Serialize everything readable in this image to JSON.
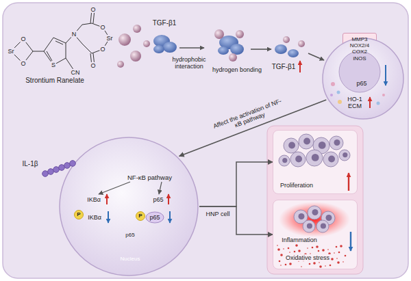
{
  "diagram": {
    "nodes": [
      {
        "text": [
          "p65",
          "HO-1 ECM"
        ]
      },
      {
        "text": [
          "MMP3 NOX2/4 COX2 iNOS"
        ],
        "in": 0
      },
      {
        "text": [
          "IKBα",
          "IKBα",
          "p65",
          "p65"
        ]
      },
      {
        "text": [
          "NF-κB pathway"
        ],
        "in": 2
      },
      {
        "text": [
          "p65",
          "Nucleus"
        ],
        "in": 2
      },
      {
        "text": [
          "Proliferation"
        ]
      },
      {
        "text": [
          "Inflammation",
          "Oxidative stress"
        ]
      }
    ],
    "edges": [
      {
        "from": 0,
        "to": 2,
        "arrow": "to",
        "label": "Affect the activation of NF-κB pathway"
      },
      {
        "from": 2,
        "to": 5,
        "arrow": "to",
        "label": "HNP cell"
      },
      {
        "from": 2,
        "to": 6,
        "arrow": "to"
      }
    ],
    "labels": [
      "Sr",
      "O",
      "O",
      "S",
      "CN",
      "N",
      "O",
      "O",
      "O",
      "O",
      "Sr",
      "Strontium Ranelate",
      "TGF-β1",
      "hydrophobic interaction",
      "hydrogen bonding",
      "TGF-β1",
      "IL-1β",
      "P",
      "P"
    ]
  }
}
